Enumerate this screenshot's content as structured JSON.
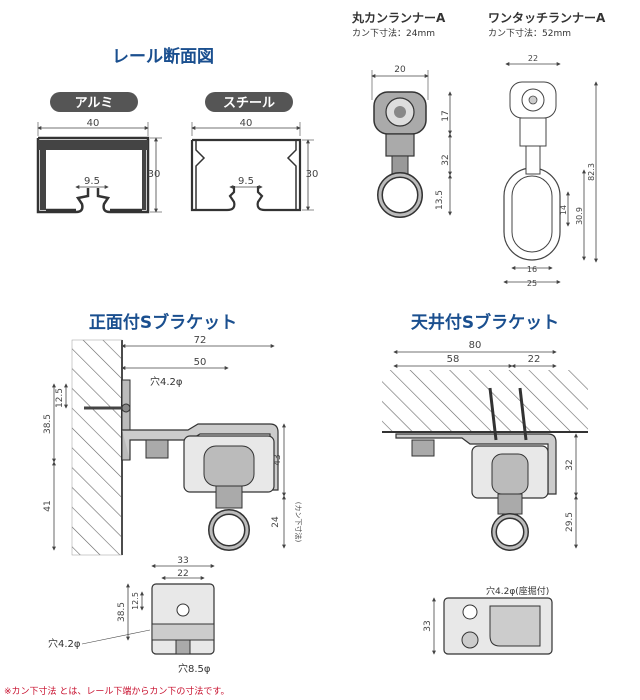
{
  "rail_section": {
    "title": "レール断面図",
    "alumi": {
      "badge": "アルミ",
      "width": "40",
      "slot": "9.5",
      "height": "30"
    },
    "steel": {
      "badge": "スチール",
      "width": "40",
      "slot": "9.5",
      "height": "30"
    }
  },
  "runner_a": {
    "title": "丸カンランナーA",
    "subtitle": "カン下寸法：24mm",
    "width": "20",
    "upper": "17",
    "mid": "32",
    "lower": "13.5"
  },
  "onetouch_runner": {
    "title": "ワンタッチランナーA",
    "subtitle": "カン下寸法：52mm",
    "top_width": "22",
    "total": "82.3",
    "ring_height": "30.9",
    "gap": "14",
    "inner_width": "16",
    "outer_width": "25"
  },
  "front_bracket": {
    "title": "正面付Sブラケット",
    "width_total": "72",
    "width_inner": "50",
    "hole_label": "穴4.2φ",
    "d_12_5": "12.5",
    "d_38_5": "38.5",
    "d_41": "41",
    "d_43": "43",
    "d_24": "24",
    "kan_label": "(カン下寸法)",
    "plate": {
      "w33": "33",
      "w22": "22",
      "h38_5": "38.5",
      "h12_5": "12.5",
      "hole_label": "穴4.2φ",
      "hole_big": "穴8.5φ"
    }
  },
  "ceiling_bracket": {
    "title": "天井付Sブラケット",
    "width_total": "80",
    "w58": "58",
    "w22": "22",
    "h32": "32",
    "h29_5": "29.5",
    "hole_label": "穴4.2φ(座掘付)",
    "h33": "33"
  },
  "footnote": "※カン下寸法 とは、レール下端からカン下の寸法です。"
}
